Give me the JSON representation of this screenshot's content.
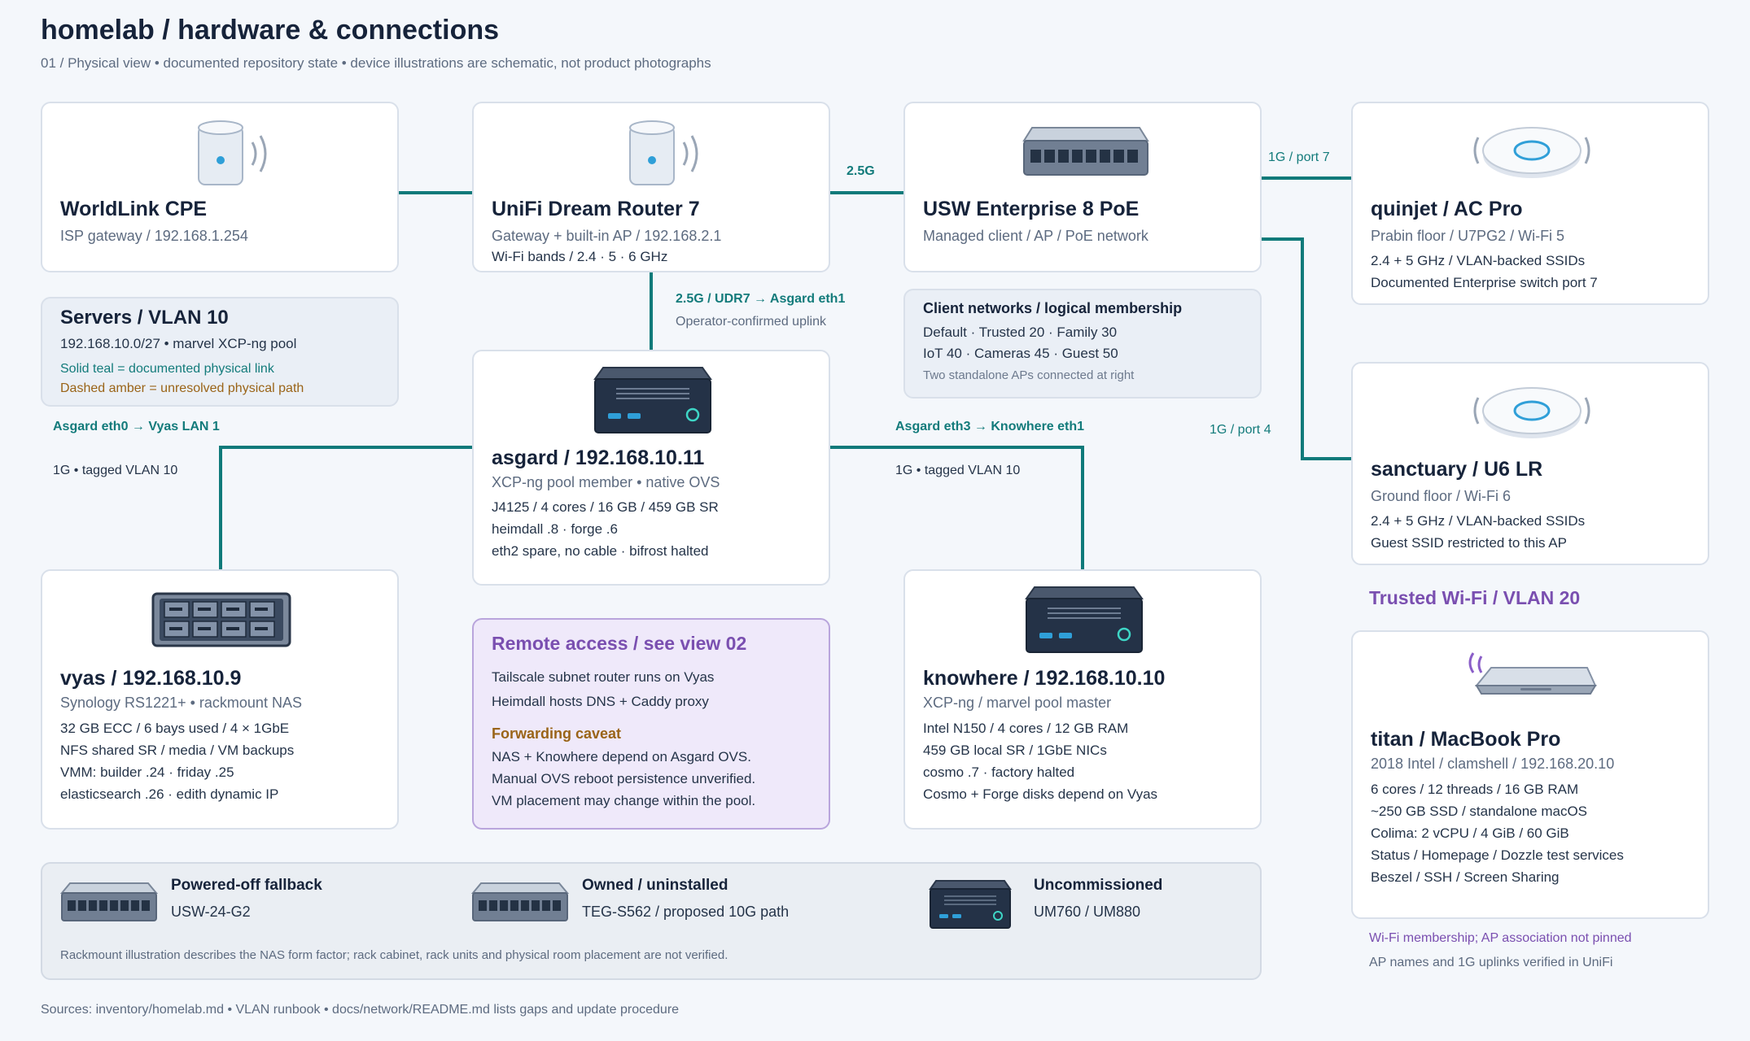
{
  "header": {
    "title": "homelab / hardware & connections",
    "subtitle": "01 / Physical view • documented repository state • device illustrations are schematic, not product photographs"
  },
  "devices": {
    "cpe": {
      "name": "WorldLink CPE",
      "role": "ISP gateway / 192.168.1.254"
    },
    "router": {
      "name": "UniFi Dream Router 7",
      "role": "Gateway + built-in AP / 192.168.2.1",
      "spec": "Wi-Fi bands / 2.4 · 5 · 6 GHz"
    },
    "switch": {
      "name": "USW Enterprise 8 PoE",
      "role": "Managed client / AP / PoE network"
    },
    "quinjet": {
      "name": "quinjet / AC Pro",
      "role": "Prabin floor / U7PG2 / Wi-Fi 5",
      "specs": [
        "2.4 + 5 GHz / VLAN-backed SSIDs",
        "Documented Enterprise switch port 7"
      ]
    },
    "sanctuary": {
      "name": "sanctuary / U6 LR",
      "role": "Ground floor / Wi-Fi 6",
      "specs": [
        "2.4 + 5 GHz / VLAN-backed SSIDs",
        "Guest SSID restricted to this AP"
      ]
    },
    "asgard": {
      "name": "asgard / 192.168.10.11",
      "role": "XCP-ng pool member • native OVS",
      "specs": [
        "J4125 / 4 cores / 16 GB / 459 GB SR",
        "heimdall .8 · forge .6",
        "eth2 spare, no cable · bifrost halted"
      ]
    },
    "vyas": {
      "name": "vyas / 192.168.10.9",
      "role": "Synology RS1221+ • rackmount NAS",
      "specs": [
        "32 GB ECC / 6 bays used / 4 × 1GbE",
        "NFS shared SR / media / VM backups",
        "VMM: builder .24 · friday .25",
        "elasticsearch .26 · edith dynamic IP"
      ]
    },
    "knowhere": {
      "name": "knowhere / 192.168.10.10",
      "role": "XCP-ng / marvel pool master",
      "specs": [
        "Intel N150 / 4 cores / 12 GB RAM",
        "459 GB local SR / 1GbE NICs",
        "cosmo .7 · factory halted",
        "Cosmo + Forge disks depend on Vyas"
      ]
    },
    "titan": {
      "name": "titan / MacBook Pro",
      "role": "2018 Intel / clamshell / 192.168.20.10",
      "specs": [
        "6 cores / 12 threads / 16 GB RAM",
        "~250 GB SSD / standalone macOS",
        "Colima: 2 vCPU / 4 GiB / 60 GiB",
        "Status / Homepage / Dozzle test services",
        "Beszel / SSH / Screen Sharing"
      ]
    }
  },
  "servers_note": {
    "title": "Servers / VLAN 10",
    "subnet": "192.168.10.0/27 • marvel XCP-ng pool",
    "legend_solid": "Solid teal = documented physical link",
    "legend_dashed": "Dashed amber = unresolved physical path"
  },
  "client_networks": {
    "title": "Client networks / logical membership",
    "line1": "Default · Trusted 20 · Family 30",
    "line2": "IoT 40 · Cameras 45 · Guest 50",
    "note": "Two standalone APs connected at right"
  },
  "remote": {
    "title": "Remote access / see view 02",
    "lines": [
      "Tailscale subnet router runs on Vyas",
      "Heimdall hosts DNS + Caddy proxy"
    ],
    "caveat_title": "Forwarding caveat",
    "caveat_lines": [
      "NAS + Knowhere depend on Asgard OVS.",
      "Manual OVS reboot persistence unverified.",
      "VM placement may change within the pool."
    ]
  },
  "links": {
    "router_switch": "2.5G",
    "switch_quinjet": "1G / port 7",
    "switch_sanctuary": "1G / port 4",
    "uplink_title": "2.5G / UDR7 → Asgard eth1",
    "uplink_note": "Operator-confirmed uplink",
    "vyas_title": "Asgard eth0 → Vyas LAN 1",
    "vyas_note": "1G • tagged VLAN 10",
    "knowhere_title": "Asgard eth3 → Knowhere eth1",
    "knowhere_note": "1G • tagged VLAN 10"
  },
  "trusted_wifi": {
    "heading": "Trusted Wi-Fi / VLAN 20",
    "membership": "Wi-Fi membership; AP association not pinned",
    "verified": "AP names and 1G uplinks verified in UniFi"
  },
  "spares": {
    "items": [
      {
        "title": "Powered-off fallback",
        "detail": "USW-24-G2",
        "icon": "switch-icon"
      },
      {
        "title": "Owned / uninstalled",
        "detail": "TEG-S562 / proposed 10G path",
        "icon": "switch-icon"
      },
      {
        "title": "Uncommissioned",
        "detail": "UM760 / UM880",
        "icon": "mini-pc-icon"
      }
    ],
    "note": "Rackmount illustration describes the NAS form factor; rack cabinet, rack units and physical room placement are not verified."
  },
  "footer": "Sources: inventory/homelab.md • VLAN runbook • docs/network/README.md lists gaps and update procedure",
  "colors": {
    "link": "#0f7a7a",
    "caveat": "#9a6418",
    "remote": "#7a4fb0",
    "card_border": "#d9e0ea"
  }
}
